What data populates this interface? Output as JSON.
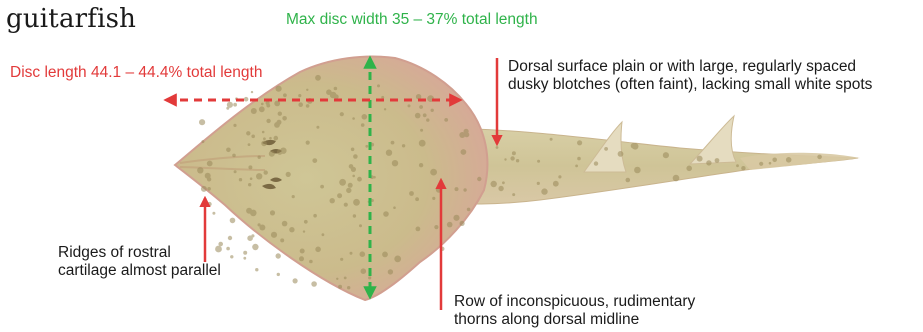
{
  "title": "guitarfish",
  "annotations": {
    "max_disc_width": "Max disc width 35 – 37% total length",
    "disc_length": "Disc length 44.1 – 44.4% total length",
    "dorsal_surface": [
      "Dorsal surface plain or with large, regularly spaced",
      "dusky blotches (often faint), lacking small white spots"
    ],
    "rostral_ridges": [
      "Ridges of rostral",
      "cartilage almost parallel"
    ],
    "thorns": [
      "Row of inconspicuous, rudimentary",
      "thorns along dorsal midline"
    ]
  },
  "colors": {
    "width_measure": "#2fb34a",
    "length_measure": "#e23a3a",
    "pointer_arrows": "#e23a3a",
    "body_base": "#cdbf8f",
    "body_edge": "#d7a79a",
    "spots": "#9a8a5a"
  }
}
